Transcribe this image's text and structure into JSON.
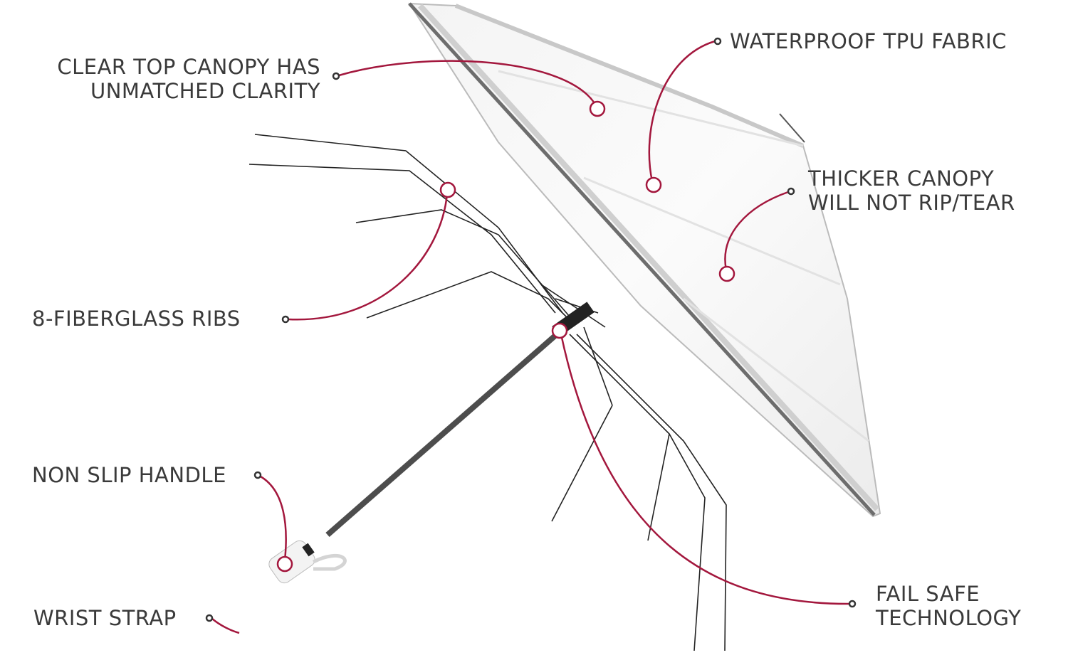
{
  "colors": {
    "accent": "#a3173d",
    "text": "#3a3a3a"
  },
  "callouts": {
    "clear_top": {
      "line1": "CLEAR TOP CANOPY HAS",
      "line2": "UNMATCHED CLARITY"
    },
    "waterproof": {
      "line1": "WATERPROOF TPU FABRIC"
    },
    "thicker": {
      "line1": "THICKER CANOPY",
      "line2": "WILL NOT RIP/TEAR"
    },
    "ribs": {
      "line1": "8-FIBERGLASS RIBS"
    },
    "handle": {
      "line1": "NON SLIP HANDLE"
    },
    "fail_safe": {
      "line1": "FAIL SAFE",
      "line2": "TECHNOLOGY"
    },
    "wrist_strap": {
      "line1": "WRIST STRAP"
    }
  }
}
